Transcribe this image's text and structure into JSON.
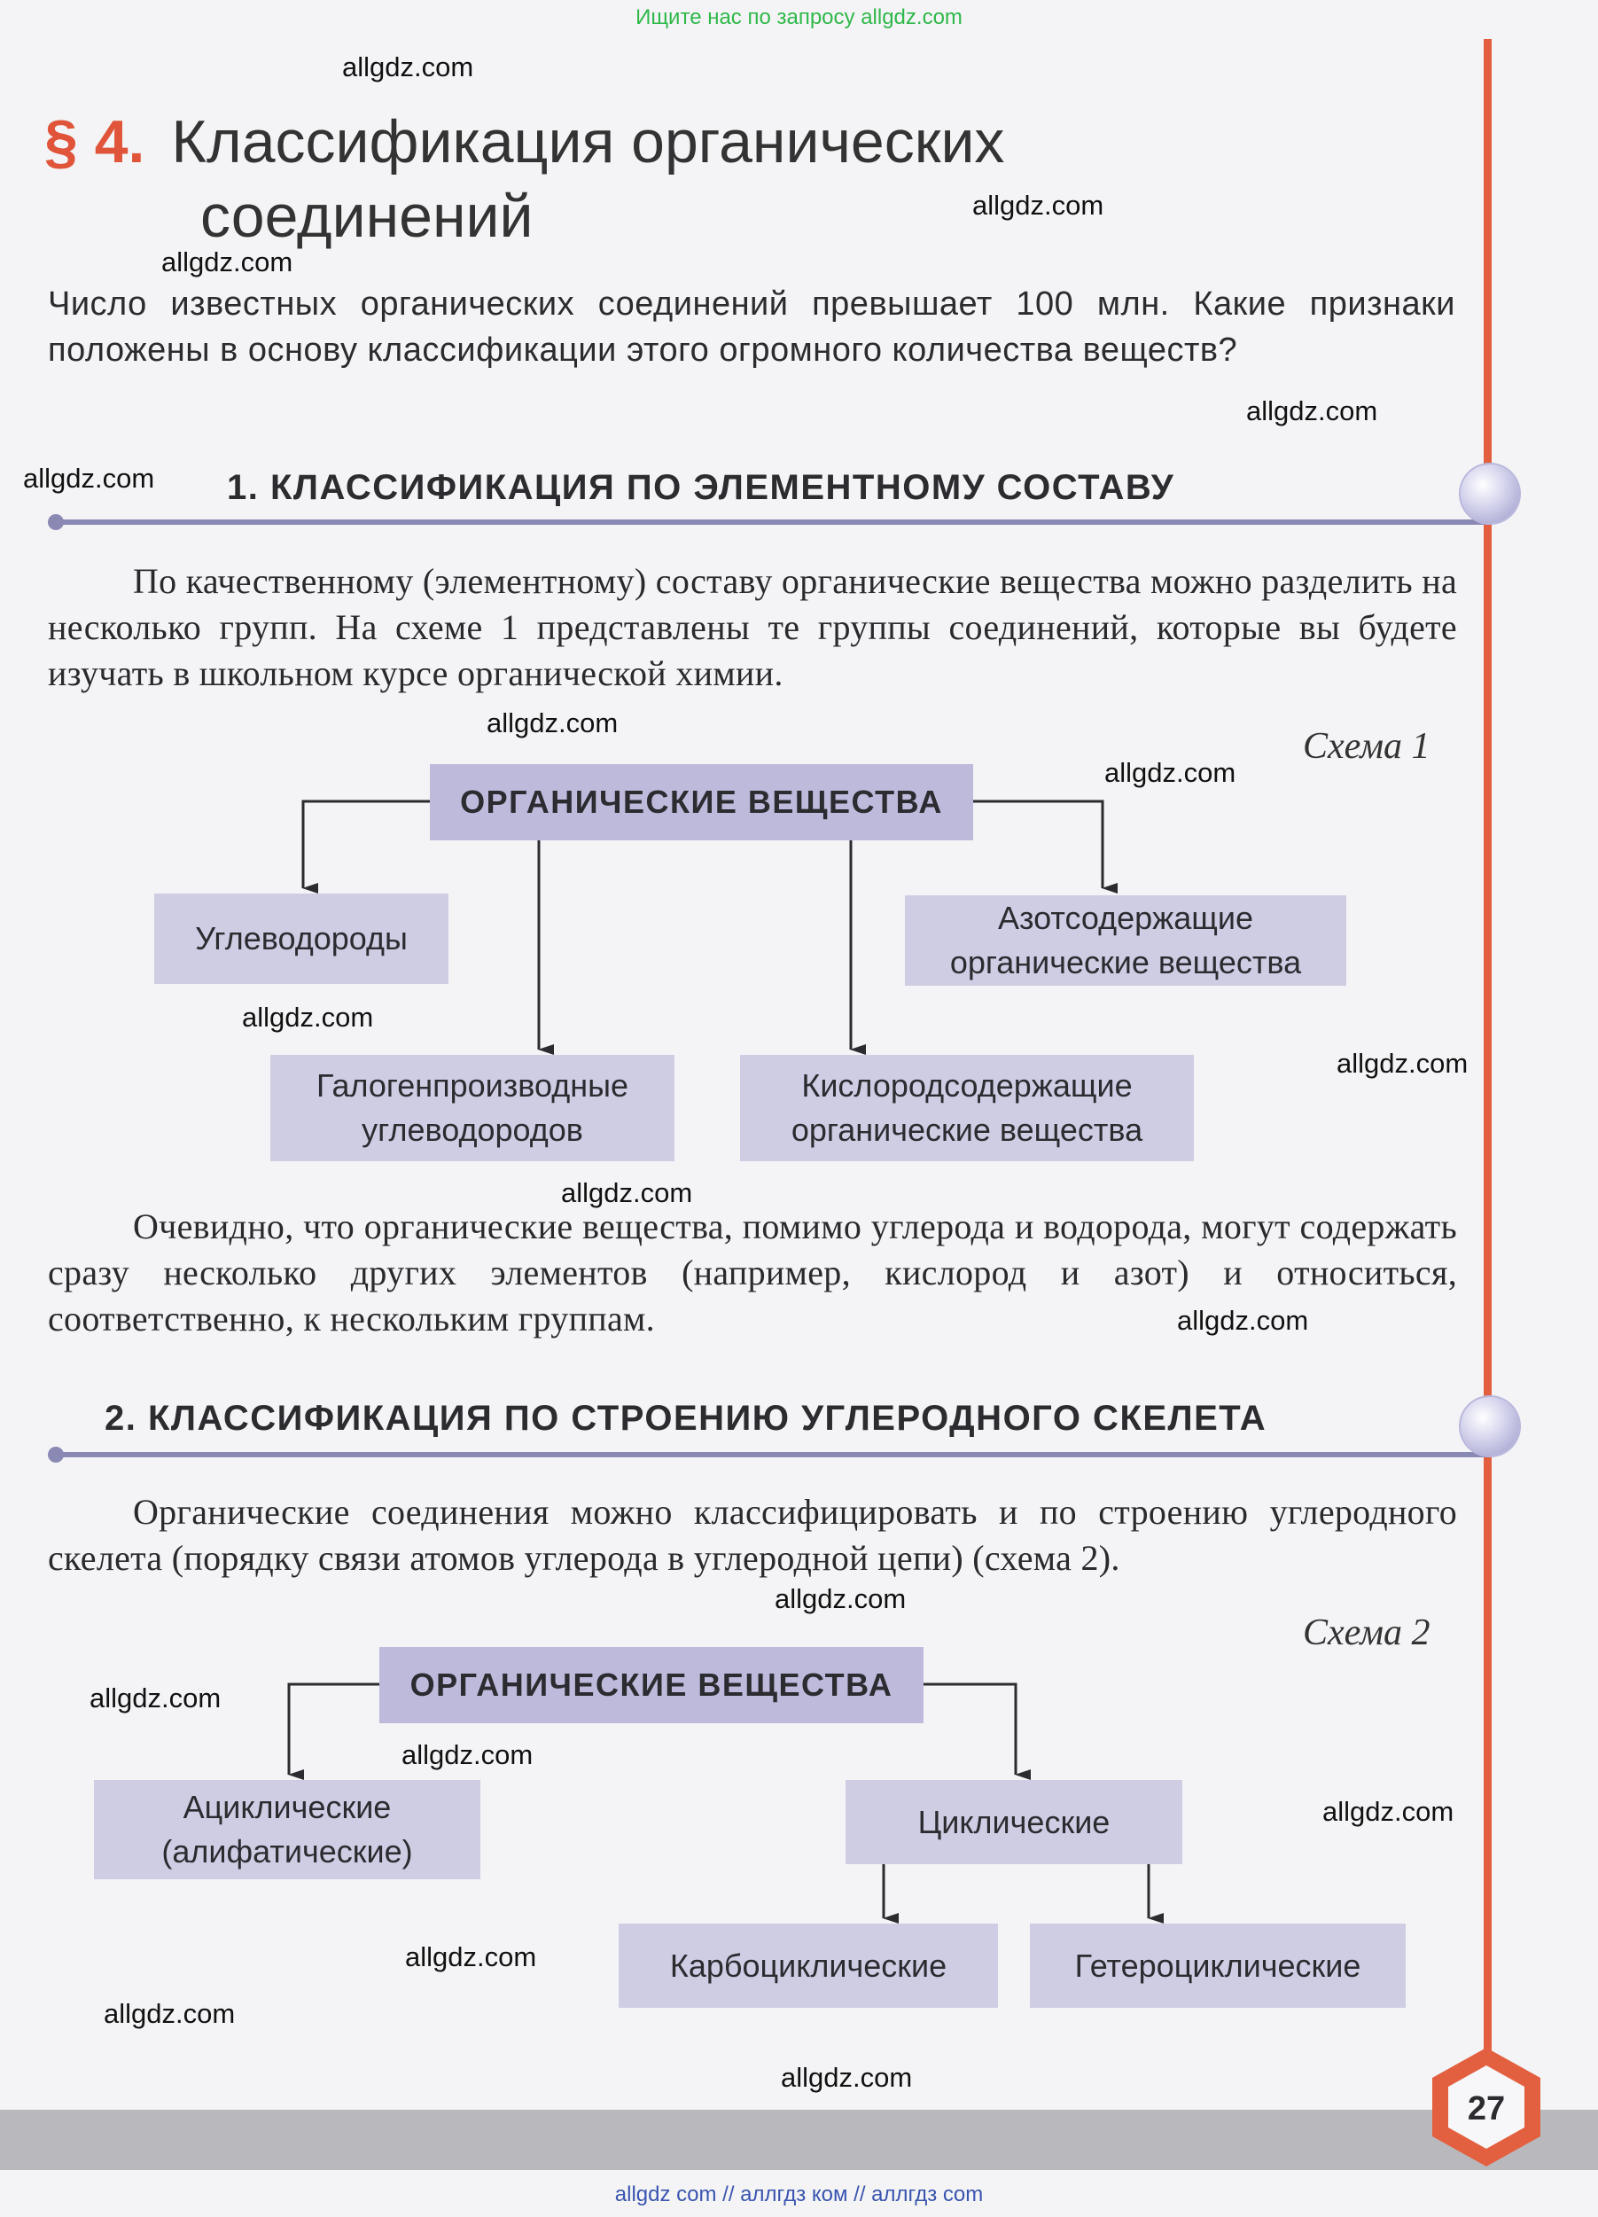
{
  "top_banner": "Ищите нас по запросу allgdz.com",
  "watermark": "allgdz.com",
  "section": {
    "number": "§ 4.",
    "title_line1": "Классификация органических",
    "title_line2": "соединений"
  },
  "intro": "Число известных органических соединений превышает 100 млн. Какие признаки положены в основу классификации этого огромного количества веществ?",
  "part1": {
    "heading": "1. КЛАССИФИКАЦИЯ ПО ЭЛЕМЕНТНОМУ СОСТАВУ",
    "paragraph": "По качественному (элементному) составу органические вещества можно разделить на несколько групп. На схеме 1 представлены те группы соедине­ний, которые вы будете изучать в школьном курсе органической химии.",
    "schema_label": "Схема 1",
    "schema": {
      "root": "ОРГАНИЧЕСКИЕ ВЕЩЕСТВА",
      "hydrocarbons": "Углеводороды",
      "nitrogen_l1": "Азотсодержащие",
      "nitrogen_l2": "органические вещества",
      "halogen_l1": "Галогенпроизводные",
      "halogen_l2": "углеводородов",
      "oxygen_l1": "Кислородсодержащие",
      "oxygen_l2": "органические вещества"
    },
    "conclusion": "Очевидно, что органические вещества, помимо углерода и водорода, мо­гут содержать сразу несколько других элементов (например, кислород и азот) и относиться, соответственно, к нескольким группам."
  },
  "part2": {
    "heading": "2. КЛАССИФИКАЦИЯ ПО СТРОЕНИЮ УГЛЕРОДНОГО СКЕЛЕТА",
    "paragraph": "Органические соединения можно классифицировать и по строению угле­родного скелета (порядку связи атомов углерода в углеродной цепи) (схема 2).",
    "schema_label": "Схема 2",
    "schema": {
      "root": "ОРГАНИЧЕСКИЕ ВЕЩЕСТВА",
      "acyclic_l1": "Ациклические",
      "acyclic_l2": "(алифатические)",
      "cyclic": "Циклические",
      "carbocyclic": "Карбоциклические",
      "heterocyclic": "Гетероциклические"
    }
  },
  "page_number": "27",
  "footer": "allgdz com  //  аллгдз ком  //  аллгдз com"
}
